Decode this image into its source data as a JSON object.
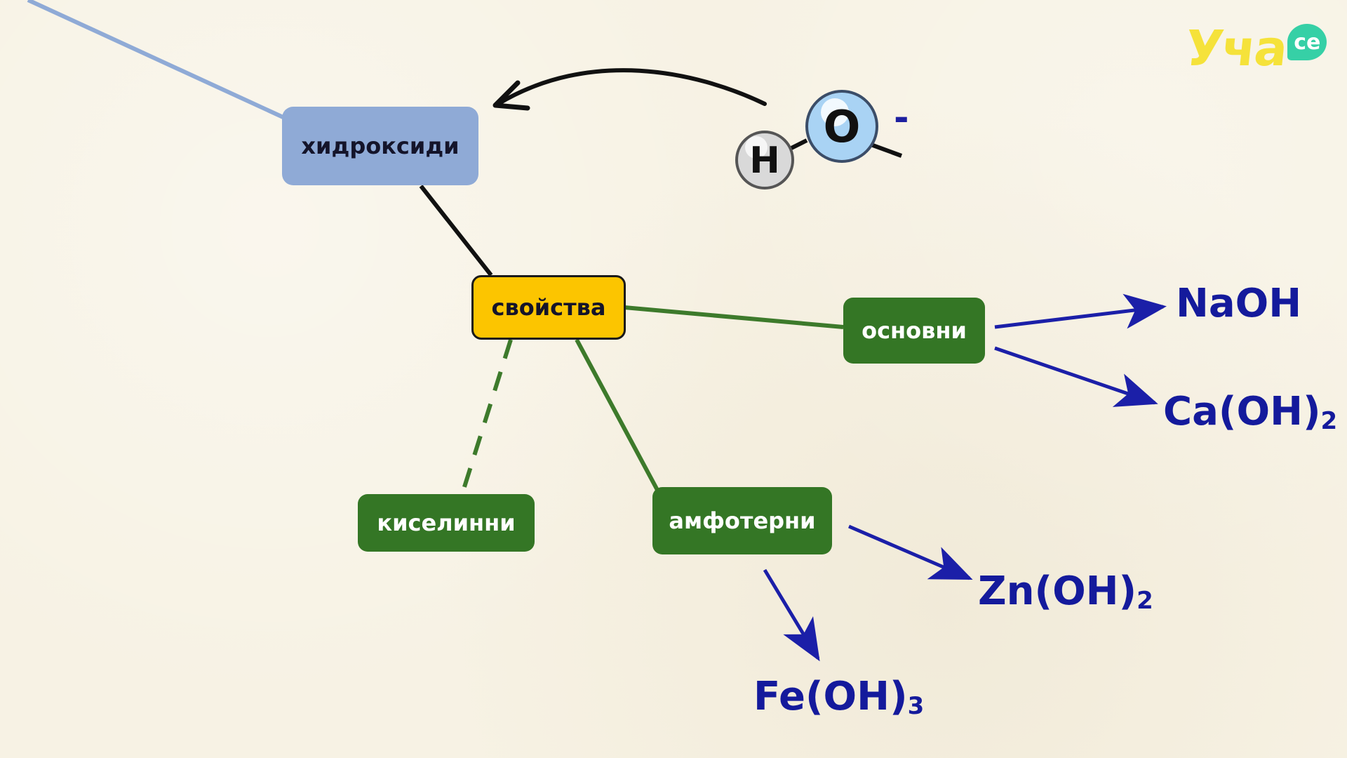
{
  "logo": {
    "text": "Уча",
    "badge": "се"
  },
  "nodes": {
    "hydroxides": "хидроксиди",
    "properties": "свойства",
    "basic": "основни",
    "acidic": "киселинни",
    "amphoteric": "амфотерни"
  },
  "molecule": {
    "hydrogen": "H",
    "oxygen": "O",
    "charge": "-"
  },
  "formulas": {
    "naoh": {
      "main": "NaOH",
      "sub": ""
    },
    "caoh2": {
      "main": "Ca(OH)",
      "sub": "2"
    },
    "znoh2": {
      "main": "Zn(OH)",
      "sub": "2"
    },
    "feoh3": {
      "main": "Fe(OH)",
      "sub": "3"
    }
  },
  "colors": {
    "background": "#f7f2e4",
    "hydroxides_box": "#8faad6",
    "properties_box": "#fcc500",
    "category_box": "#347625",
    "formula_text": "#141a9c",
    "green_line": "#3d7a2b",
    "blue_arrow": "#1b1fa8"
  }
}
